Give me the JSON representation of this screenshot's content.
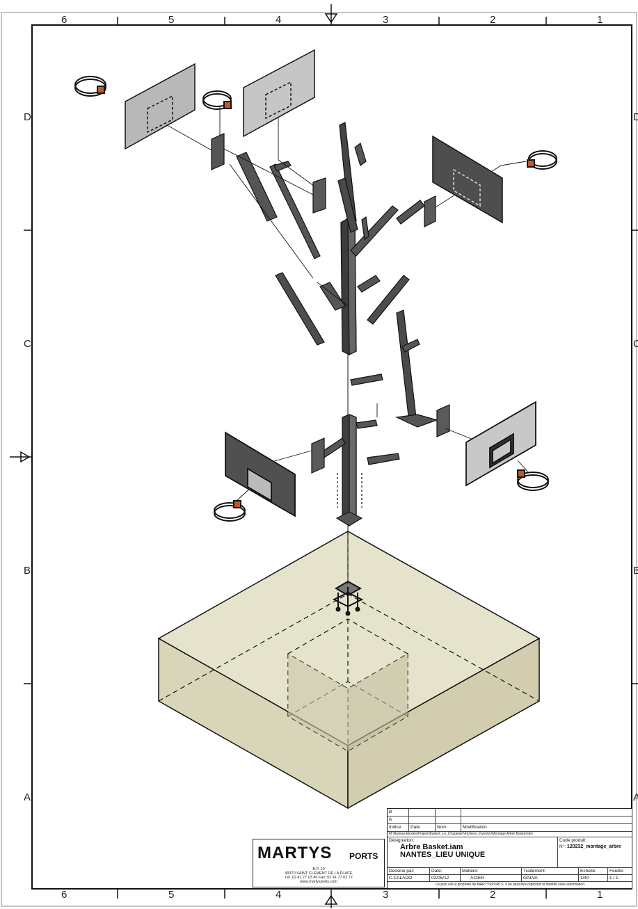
{
  "sheet": {
    "col_labels": [
      "6",
      "5",
      "4",
      "3",
      "2",
      "1"
    ],
    "row_labels": [
      "D",
      "C",
      "B",
      "A"
    ]
  },
  "title_block": {
    "rev_a": "A",
    "rev_b": "B",
    "rev_header": {
      "indice": "Indice",
      "date": "Date",
      "nom": "Nom",
      "modification": "Modification"
    },
    "file_path": "M:\\Bureau Etudes\\Projets\\Basket_Le_Chapelain\\Fichiers_Inventor\\Montage Arbre Basket.idw",
    "designation_label": "Désignation:",
    "designation_1": "Arbre Basket.iam",
    "designation_2": "NANTES_LIEU UNIQUE",
    "code_label": "Code produit:",
    "code_prefix": "N°:",
    "code_value": "120232_montage_arbre",
    "dessine_label": "Dessiné par:",
    "dessine_value": "C.CALADO",
    "date_label": "Date:",
    "date_value": "02/05/12",
    "matiere_label": "Matière:",
    "matiere_value": "ACIER",
    "traitement_label": "Traitement:",
    "traitement_value": "GALVA",
    "echelle_label": "Echelle:",
    "echelle_value": "1/40",
    "feuille_label": "Feuille:",
    "feuille_value": "1 / 1",
    "footer": "Ce plan est la propriété de MARTYSPORTS. Il ne peut être reproduit ni modifié sans autorisation."
  },
  "logo": {
    "brand": "MARTYS",
    "brand_suffix": "PORTS",
    "addr_1": "B.P. 10",
    "addr_2": "49370 SAINT CLEMENT DE LA PLACE",
    "addr_3": "Tél. 02 41 77 03 86    Fax: 02 41 77 02 77",
    "addr_4": "www.martysports.com"
  },
  "colors": {
    "concrete": "#d9d5b8",
    "concrete_dark": "#c9c5a6",
    "steel": "#4a4a4a",
    "board_light": "#c8c8c8",
    "board_dark": "#5a5a5a",
    "rim": "#c0582a"
  }
}
